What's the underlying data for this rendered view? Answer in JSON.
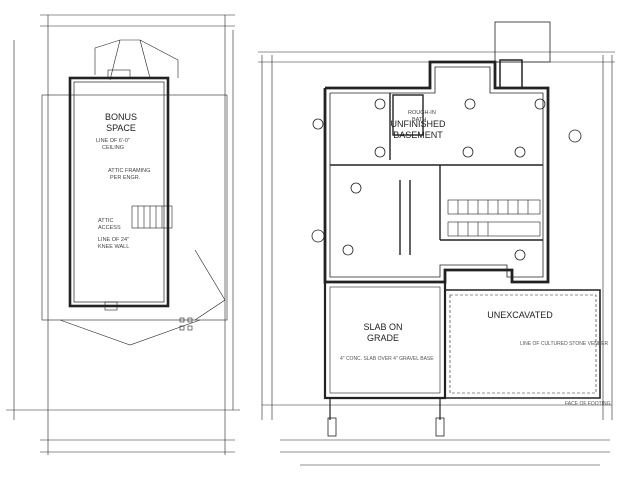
{
  "plans": {
    "left": {
      "room_label_line1": "BONUS",
      "room_label_line2": "SPACE",
      "ceiling_note_line1": "LINE OF 6'-0\"",
      "ceiling_note_line2": "CEILING",
      "truss_note_line1": "ATTIC FRAMING",
      "truss_note_line2": "PER ENGR.",
      "stair_note_line1": "ATTIC",
      "stair_note_line2": "ACCESS",
      "bottom_note_line1": "LINE OF 24\"",
      "bottom_note_line2": "KNEE WALL"
    },
    "right": {
      "unfinished_line1": "UNFINISHED",
      "unfinished_line2": "BASEMENT",
      "slab_line1": "SLAB ON",
      "slab_line2": "GRADE",
      "unexcavated": "UNEXCAVATED",
      "roughin_line1": "ROUGH-IN",
      "roughin_line2": "BATH",
      "ledger_note": "4\" CONC. SLAB OVER 4\" GRAVEL BASE",
      "knee_note": "LINE OF CULTURED STONE VENEER",
      "footing_note": "FACE OF FOOTING"
    }
  }
}
